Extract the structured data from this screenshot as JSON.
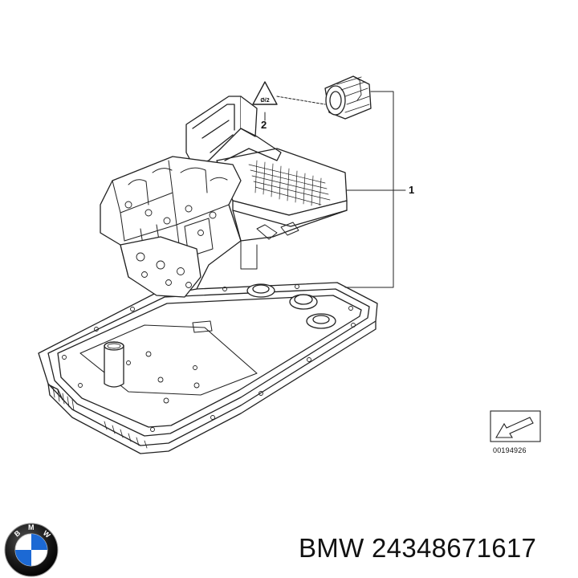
{
  "diagram": {
    "callouts": [
      {
        "id": "1",
        "label": "1"
      },
      {
        "id": "2",
        "label": "2"
      }
    ],
    "warning_symbol_text": "Ø/2",
    "figure_number": "00194926"
  },
  "footer": {
    "brand_logo_letters": [
      "B",
      "M",
      "W"
    ],
    "caption": "BMW 24348671617"
  },
  "colors": {
    "line": "#222222",
    "blue": "#1c69d4",
    "logo_ring": "#111111"
  }
}
